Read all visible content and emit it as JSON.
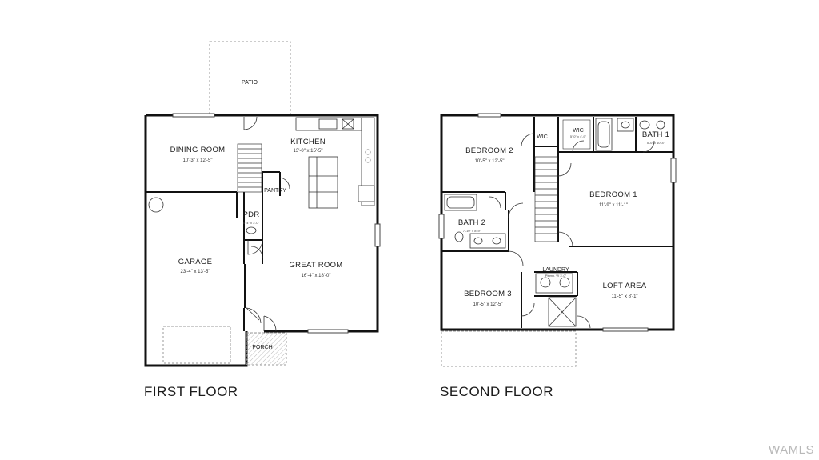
{
  "first_floor": {
    "label": "FIRST FLOOR",
    "rooms": {
      "patio": {
        "name": "PATIO"
      },
      "kitchen": {
        "name": "KITCHEN",
        "dim": "13'-0\" x 15'-5\""
      },
      "dining_room": {
        "name": "DINING ROOM",
        "dim": "10'-3\" x 12'-5\""
      },
      "pantry": {
        "name": "PANTRY"
      },
      "pdr": {
        "name": "PDR",
        "dim": "6'-4\" x 3'-0\""
      },
      "garage": {
        "name": "GARAGE",
        "dim": "23'-4\" x 13'-5\""
      },
      "great_room": {
        "name": "GREAT ROOM",
        "dim": "16'-4\" x 18'-0\""
      },
      "porch": {
        "name": "PORCH"
      }
    }
  },
  "second_floor": {
    "label": "SECOND FLOOR",
    "rooms": {
      "bedroom_2": {
        "name": "BEDROOM 2",
        "dim": "10'-5\" x 12'-5\""
      },
      "wic_left": {
        "name": "WIC"
      },
      "wic_right": {
        "name": "WIC",
        "dim": "5'-0\" x 4'-9\""
      },
      "bath_1": {
        "name": "BATH 1",
        "dim": "5'-0\" x 10'-4\""
      },
      "bedroom_1": {
        "name": "BEDROOM 1",
        "dim": "11'-9\" x 11'-1\""
      },
      "bath_2": {
        "name": "BATH 2",
        "dim": "7'-10\" x 8'-9\""
      },
      "laundry": {
        "name": "LAUNDRY",
        "dim": "Plumb. W 3'-0\""
      },
      "loft_area": {
        "name": "LOFT AREA",
        "dim": "11'-5\" x 8'-1\""
      },
      "bedroom_3": {
        "name": "BEDROOM 3",
        "dim": "10'-5\" x 12'-5\""
      }
    }
  },
  "watermark": "WAMLS"
}
